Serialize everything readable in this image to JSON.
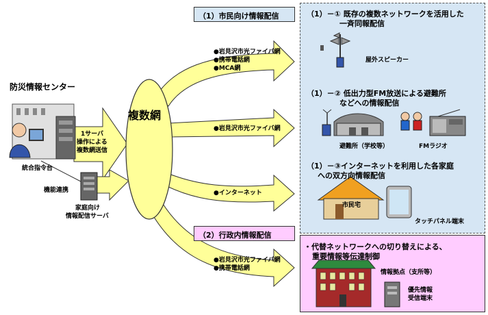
{
  "center": {
    "title": "防災情報センター",
    "command_label": "統合指令台",
    "link_label": "機能連携",
    "server_label": [
      "家庭向け",
      "情報配信サーバ"
    ],
    "operation_text": [
      "1サーバ",
      "操作による",
      "複数網送信"
    ],
    "hub_label": "複数網"
  },
  "headers": {
    "citizen": "（1）市民向け情報配信",
    "gov": "（2）行政内情報配信"
  },
  "routes": {
    "r1": [
      "●岩見沢市光ファイバ網",
      "●携帯電話網",
      "●MCA網"
    ],
    "r2": [
      "●岩見沢市光ファイバ網"
    ],
    "r3": [
      "●インターネット"
    ],
    "r4": [
      "●岩見沢市光ファイバ網",
      "●携帯電話網"
    ]
  },
  "panels": {
    "p1_title": [
      "（1）－① 既存の複数ネットワークを活用した",
      "一斉同報配信"
    ],
    "p1_speaker": "屋外スピーカー",
    "p2_title": [
      "（1）－② 低出力型FM放送による避難所",
      "などへの情報配信"
    ],
    "p2_shelter": "避難所（学校等）",
    "p2_radio": "FMラジオ",
    "p3_title": [
      "（1）－③インターネットを利用した各家庭",
      "への双方向情報配信"
    ],
    "p3_house": "市民宅",
    "p3_tablet": "タッチパネル端末",
    "p4_title": [
      "・代替ネットワークへの切り替えによる、",
      "重要情報等伝達制御"
    ],
    "p4_base": "情報拠点（支所等）",
    "p4_terminal": [
      "優先情報",
      "受信端末"
    ]
  },
  "colors": {
    "arrow_fill": "#ffff99",
    "ellipse_fill": "#ffff99",
    "blue_panel": "#d6e6f4",
    "pink_panel": "#ffccff",
    "building_green": "#2e8b3e",
    "building_red": "#a52a2a"
  }
}
